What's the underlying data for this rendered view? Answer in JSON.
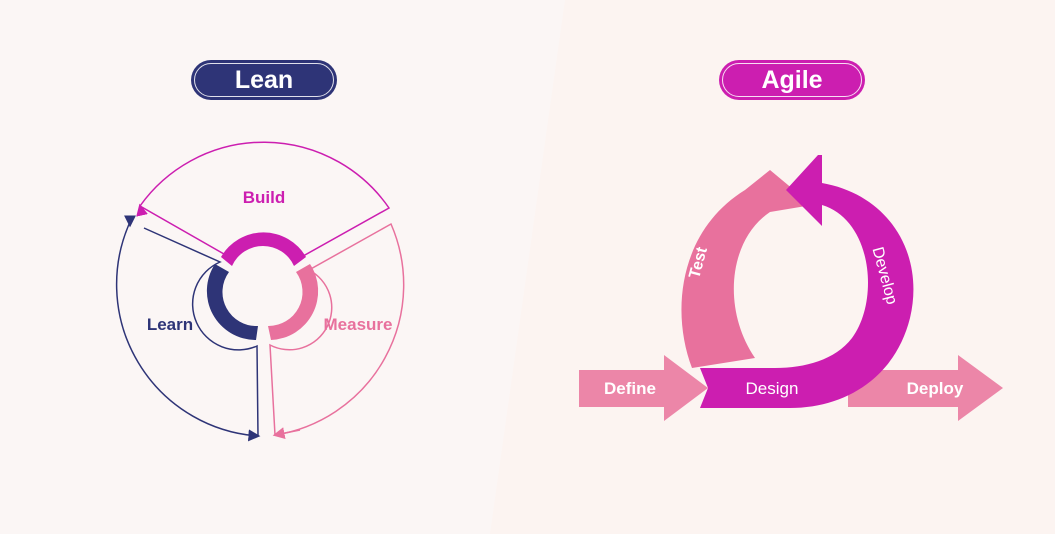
{
  "lean": {
    "title": "Lean",
    "stages": {
      "build": "Build",
      "measure": "Measure",
      "learn": "Learn"
    }
  },
  "agile": {
    "title": "Agile",
    "stages": {
      "define": "Define",
      "design": "Design",
      "develop": "Develop",
      "test": "Test",
      "deploy": "Deploy"
    }
  },
  "colors": {
    "navy": "#2e3477",
    "magenta": "#cc1eb0",
    "pink": "#e8719d",
    "light_pink": "#ec86a8",
    "background": "#fbf7f6"
  }
}
